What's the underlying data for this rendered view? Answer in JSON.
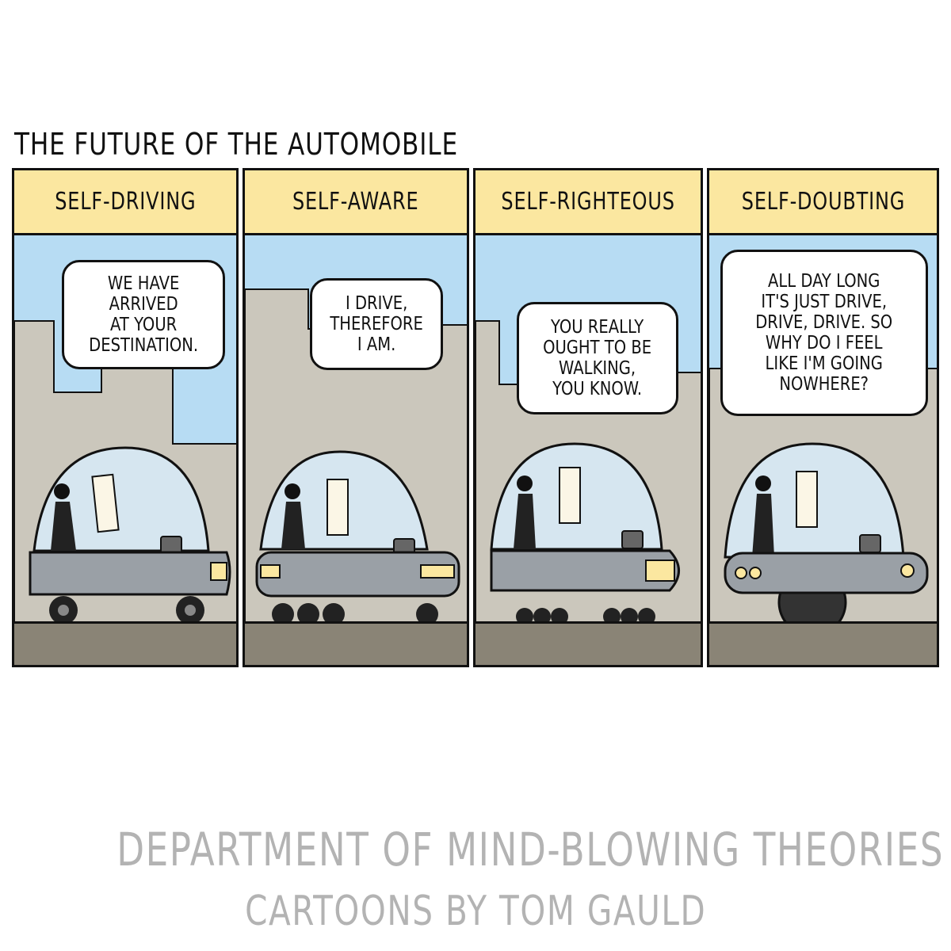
{
  "title": "THE FUTURE OF THE AUTOMOBILE",
  "colors": {
    "caption_bg": "#fbe7a0",
    "sky": "#b7dcf3",
    "buildings": "#cbc7bc",
    "car_body": "#9aa0a6",
    "dome": "#d6e6f0",
    "ground": "#8a8476",
    "footer_text": "#b3b3b3"
  },
  "panels": [
    {
      "caption": "SELF-DRIVING",
      "speech": "WE HAVE\nARRIVED\nAT YOUR\nDESTINATION."
    },
    {
      "caption": "SELF-AWARE",
      "speech": "I DRIVE,\nTHEREFORE\nI AM."
    },
    {
      "caption": "SELF-RIGHTEOUS",
      "speech": "YOU REALLY\nOUGHT TO BE\nWALKING,\nYOU KNOW."
    },
    {
      "caption": "SELF-DOUBTING",
      "speech": "ALL DAY LONG\nIT'S JUST DRIVE,\nDRIVE, DRIVE. SO\nWHY DO I FEEL\nLIKE I'M GOING\nNOWHERE?"
    }
  ],
  "footer": {
    "department": "DEPARTMENT OF MIND-BLOWING THEORIES",
    "credit": "CARTOONS BY TOM GAULD"
  }
}
